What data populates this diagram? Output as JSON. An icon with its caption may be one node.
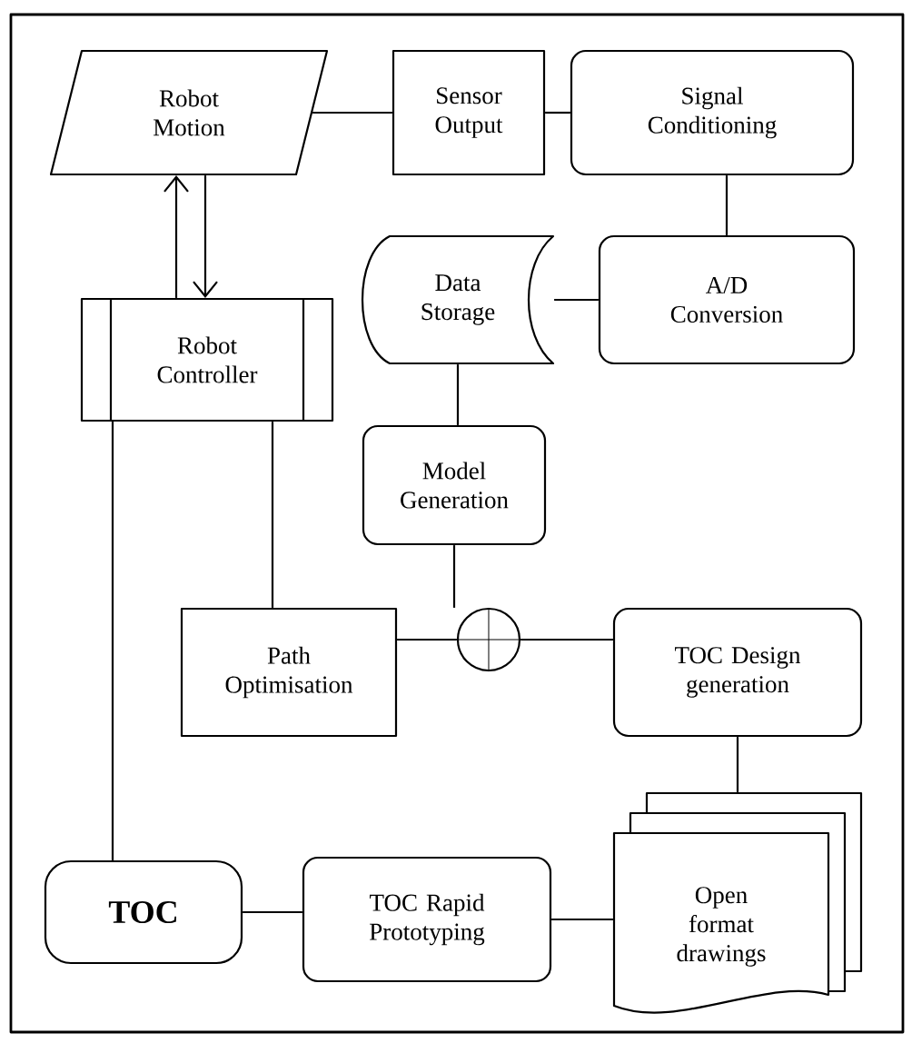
{
  "diagram": {
    "nodes": [
      {
        "text": [
          "Robot Motion"
        ]
      },
      {
        "text": [
          "Sensor Output"
        ]
      },
      {
        "text": [
          "Signal Conditioning"
        ]
      },
      {
        "text": [
          "Data Storage"
        ]
      },
      {
        "text": [
          "A/D Conversion"
        ]
      },
      {
        "text": [
          "Robot Controller"
        ]
      },
      {
        "text": [
          "Model Generation"
        ]
      },
      {
        "text": [
          "Path Optimisation"
        ]
      },
      {
        "text": [],
        "shape": "circle"
      },
      {
        "text": [
          "TOC Design generation"
        ]
      },
      {
        "text": [
          "TOC"
        ]
      },
      {
        "text": [
          "TOC Rapid Prototyping"
        ]
      },
      {
        "text": [
          "Open format drawings"
        ]
      }
    ],
    "edges": [
      {
        "from": 0,
        "to": 1,
        "arrow": "none"
      },
      {
        "from": 1,
        "to": 2,
        "arrow": "none"
      },
      {
        "from": 2,
        "to": 4,
        "arrow": "none"
      },
      {
        "from": 4,
        "to": 3,
        "arrow": "none"
      },
      {
        "from": 3,
        "to": 6,
        "arrow": "none"
      },
      {
        "from": 6,
        "to": 8,
        "arrow": "none"
      },
      {
        "from": 7,
        "to": 8,
        "arrow": "none"
      },
      {
        "from": 8,
        "to": 9,
        "arrow": "none"
      },
      {
        "from": 9,
        "to": 12,
        "arrow": "none"
      },
      {
        "from": 12,
        "to": 11,
        "arrow": "none"
      },
      {
        "from": 11,
        "to": 10,
        "arrow": "none"
      },
      {
        "from": 10,
        "to": 5,
        "arrow": "none"
      },
      {
        "from": 5,
        "to": 7,
        "arrow": "none"
      },
      {
        "from": 5,
        "to": 0,
        "arrow": "to"
      },
      {
        "from": 0,
        "to": 5,
        "arrow": "to"
      }
    ]
  }
}
